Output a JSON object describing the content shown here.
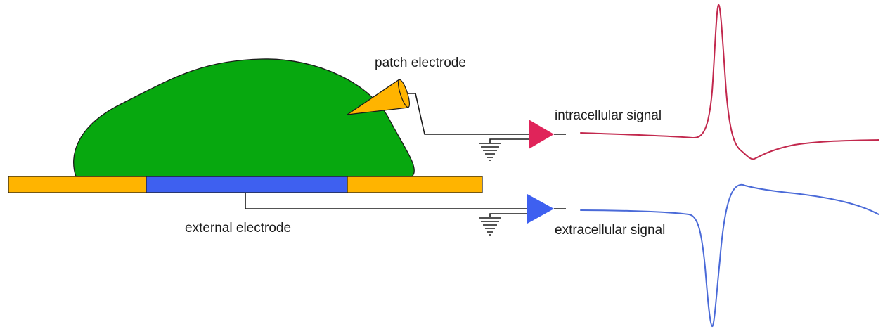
{
  "labels": {
    "patch_electrode": "patch electrode",
    "external_electrode": "external electrode",
    "intracellular_signal": "intracellular signal",
    "extracellular_signal": "extracellular signal"
  },
  "colors": {
    "cell": "#07a80f",
    "substrate": "#ffb400",
    "external_electrode": "#3e60f0",
    "patch_electrode": "#ffb400",
    "intracellular": "#c2284d",
    "extracellular": "#4a6ad8",
    "amplifier_intracellular": "#e0245a",
    "amplifier_extracellular": "#3e60f0",
    "wire": "#1a1a1a"
  }
}
